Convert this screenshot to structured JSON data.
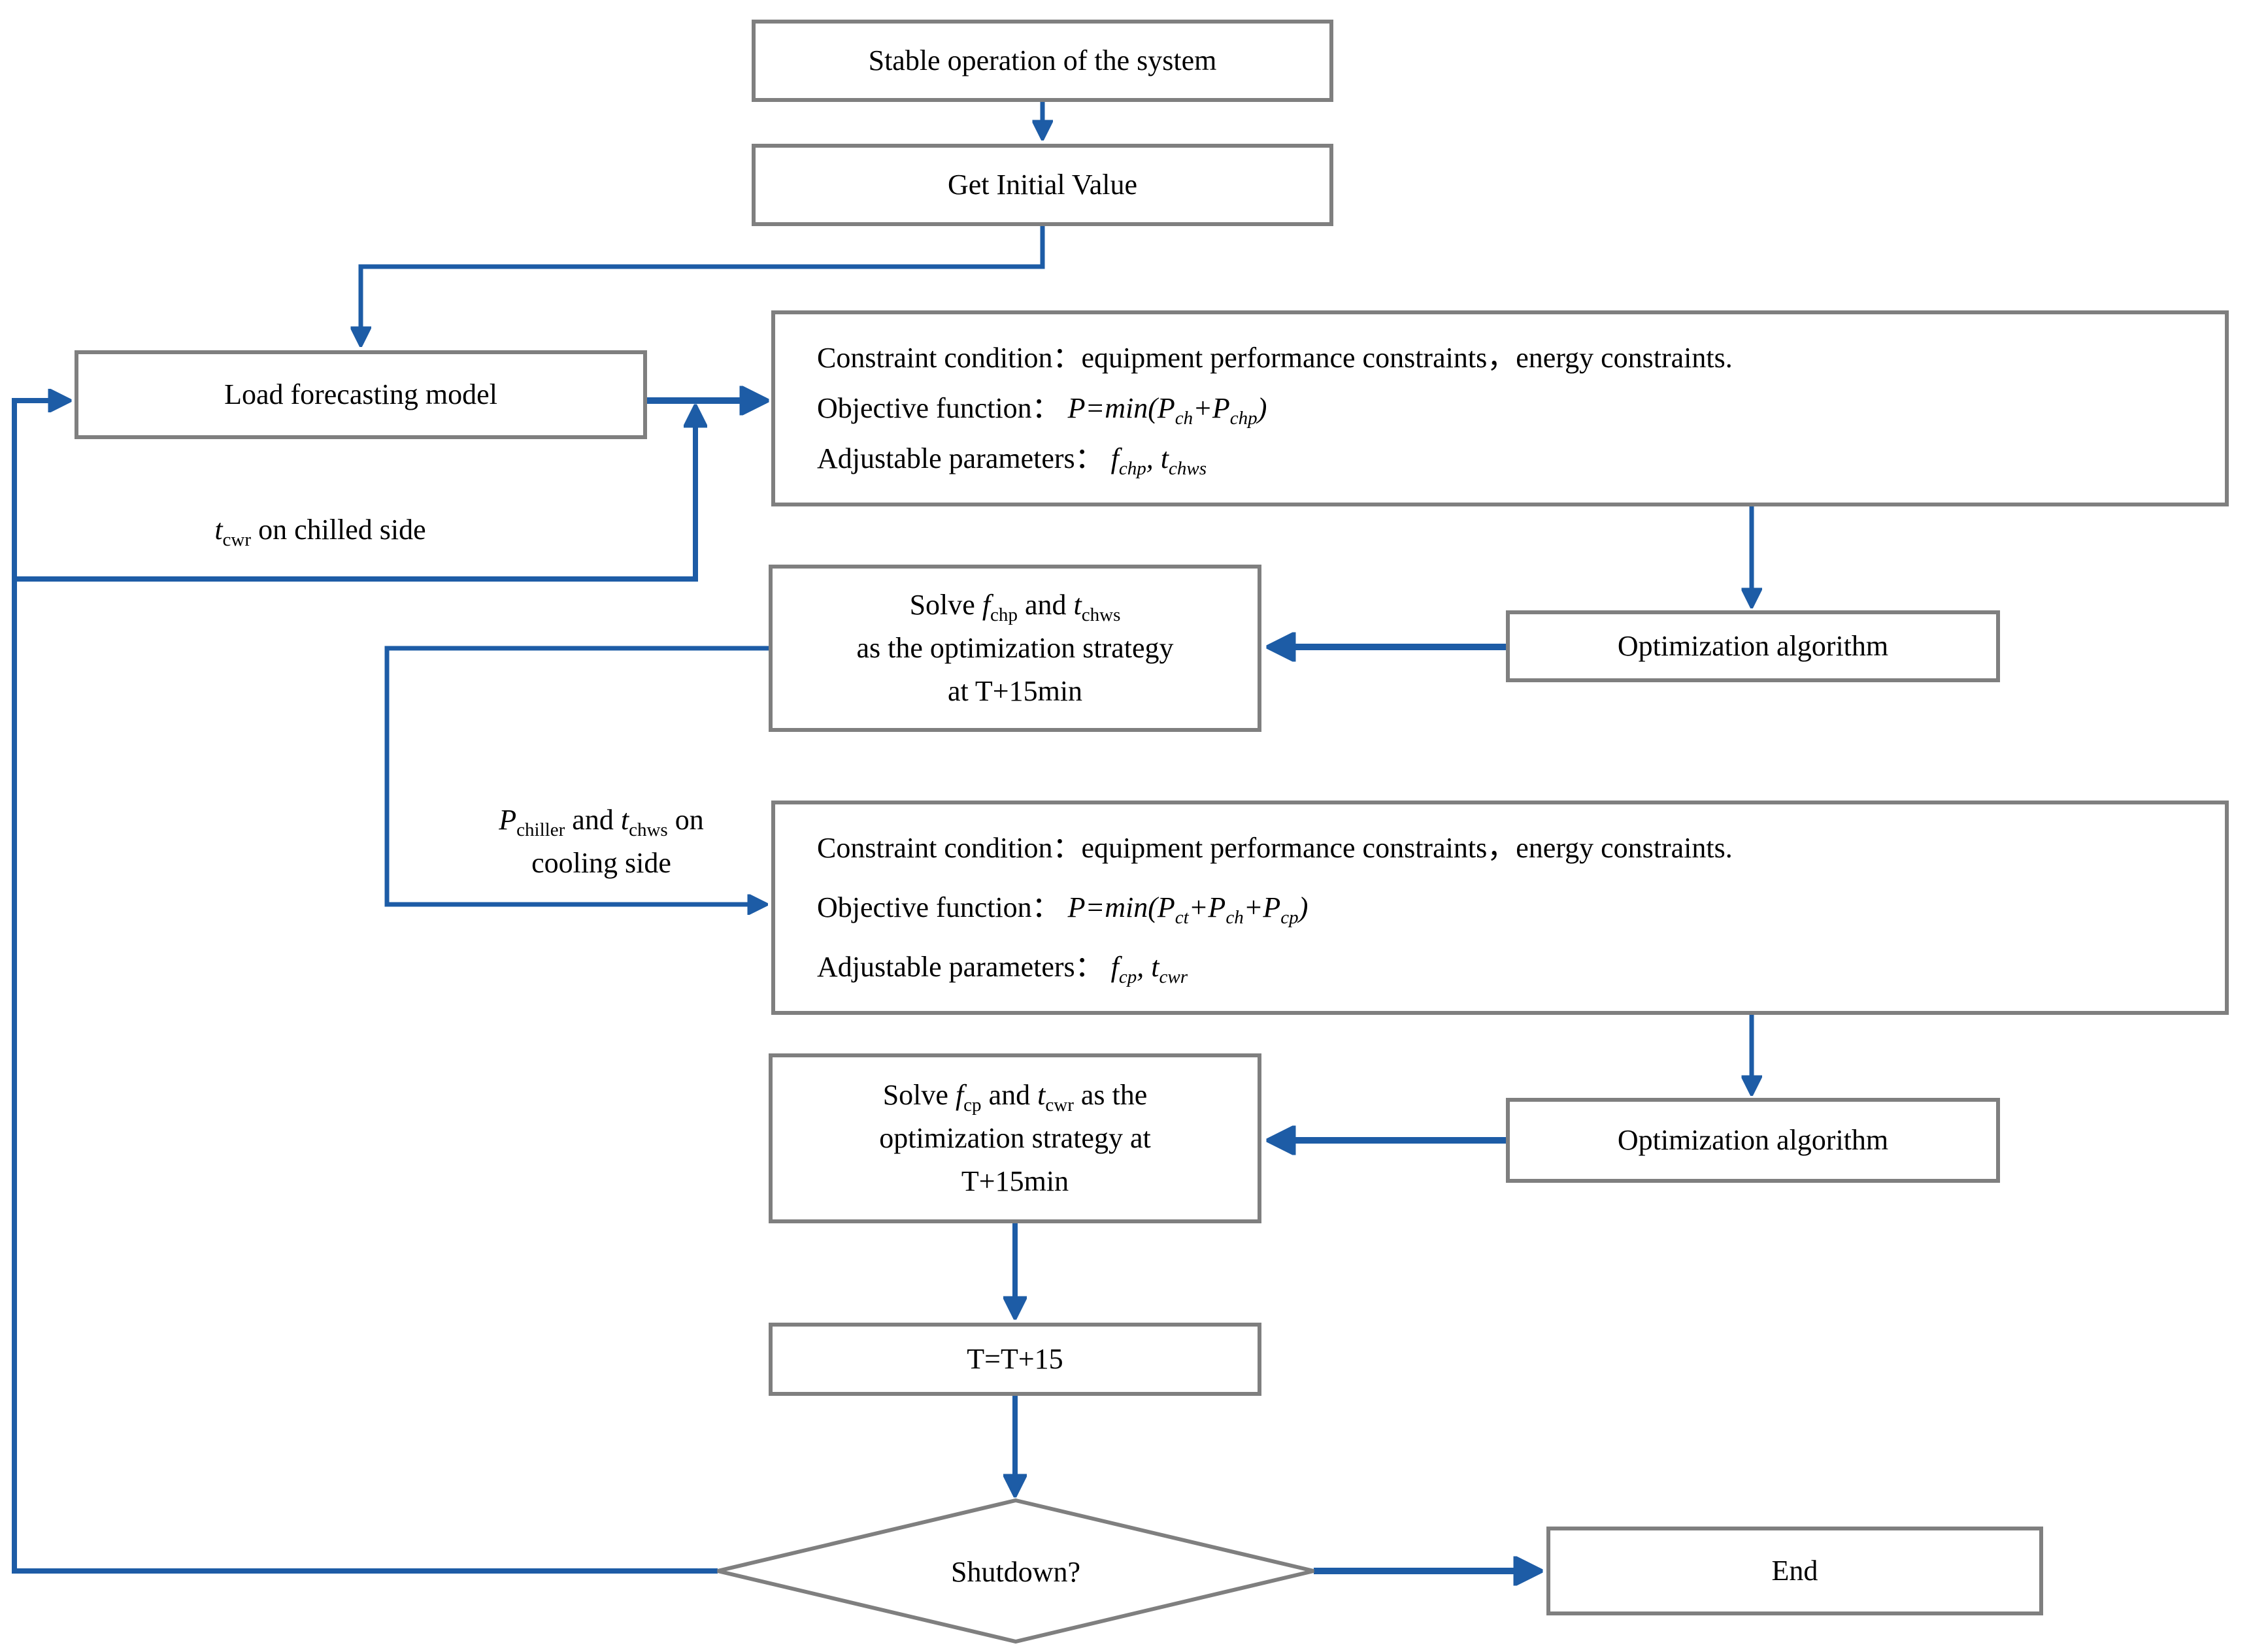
{
  "nodes": {
    "stable": "Stable operation of the system",
    "get_initial": "Get Initial Value",
    "load_forecasting": "Load forecasting model",
    "chilled_problem": {
      "constraint_line": "Constraint condition：equipment performance constraints，energy constraints.",
      "objective_label": "Objective function：",
      "objective_formula": "P=min(P_{ch}+P_{chp})",
      "adjustable_label": "Adjustable parameters：",
      "adjustable_formula": "f_{chp}, t_{chws}"
    },
    "solve_chilled": "Solve *f*_{chp} and *t*_{chws}\nas the optimization strategy\nat T+15min",
    "optimization_1": "Optimization algorithm",
    "cooling_problem": {
      "constraint_line": "Constraint condition：equipment performance constraints，energy constraints.",
      "objective_label": "Objective function：",
      "objective_formula": "P=min(P_{ct}+P_{ch}+P_{cp})",
      "adjustable_label": "Adjustable parameters：",
      "adjustable_formula": "f_{cp}, t_{cwr}"
    },
    "solve_cooling": "Solve *f*_{cp} and *t*_{cwr} as the\noptimization strategy at\nT+15min",
    "optimization_2": "Optimization algorithm",
    "time_step": "T=T+15",
    "shutdown": "Shutdown?",
    "end": "End"
  },
  "edge_labels": {
    "tcwr_feedback": "*t*_{cwr} on chilled side",
    "pchiller_feedback": "*P*_{chiller} and *t*_{chws} on\ncooling side"
  },
  "colors": {
    "line_blue": "#1d5ca6",
    "box_border_gray": "#7f7f7f",
    "text_black": "#000000"
  }
}
